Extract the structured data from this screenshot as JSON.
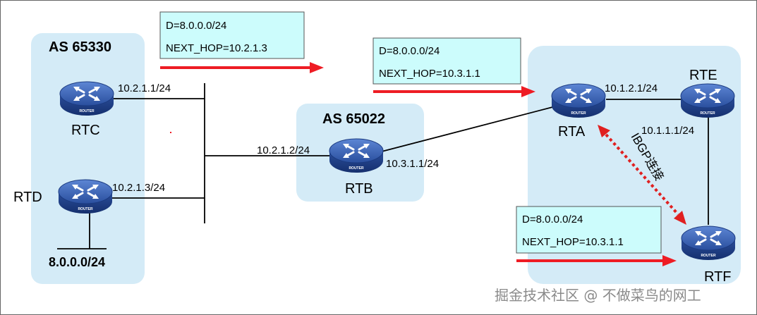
{
  "as_regions": {
    "left": {
      "title": "AS 65330"
    },
    "middle": {
      "title": "AS 65022"
    }
  },
  "routers": {
    "rtc": {
      "name": "RTC"
    },
    "rtd": {
      "name": "RTD"
    },
    "rtb": {
      "name": "RTB"
    },
    "rta": {
      "name": "RTA"
    },
    "rte": {
      "name": "RTE"
    },
    "rtf": {
      "name": "RTF"
    },
    "badge": "ROUTER"
  },
  "interfaces": {
    "rtc": "10.2.1.1/24",
    "rtd": "10.2.1.3/24",
    "rtb_left": "10.2.1.2/24",
    "rtb_right": "10.3.1.1/24",
    "rta": "10.1.2.1/24",
    "rte": "10.1.1.1/24"
  },
  "network": "8.0.0.0/24",
  "route_boxes": [
    {
      "dest": "D=8.0.0.0/24",
      "next_hop": "NEXT_HOP=10.2.1.3"
    },
    {
      "dest": "D=8.0.0.0/24",
      "next_hop": "NEXT_HOP=10.3.1.1"
    },
    {
      "dest": "D=8.0.0.0/24",
      "next_hop": "NEXT_HOP=10.3.1.1"
    }
  ],
  "ibgp_label": "IBGP连接",
  "watermark": "掘金技术社区 @ 不做菜鸟的网工",
  "colors": {
    "as_fill": "#d4ebf7",
    "box_fill": "#ccfcfc",
    "arrow": "#ee1c24",
    "router_body": "#2e55a6"
  }
}
